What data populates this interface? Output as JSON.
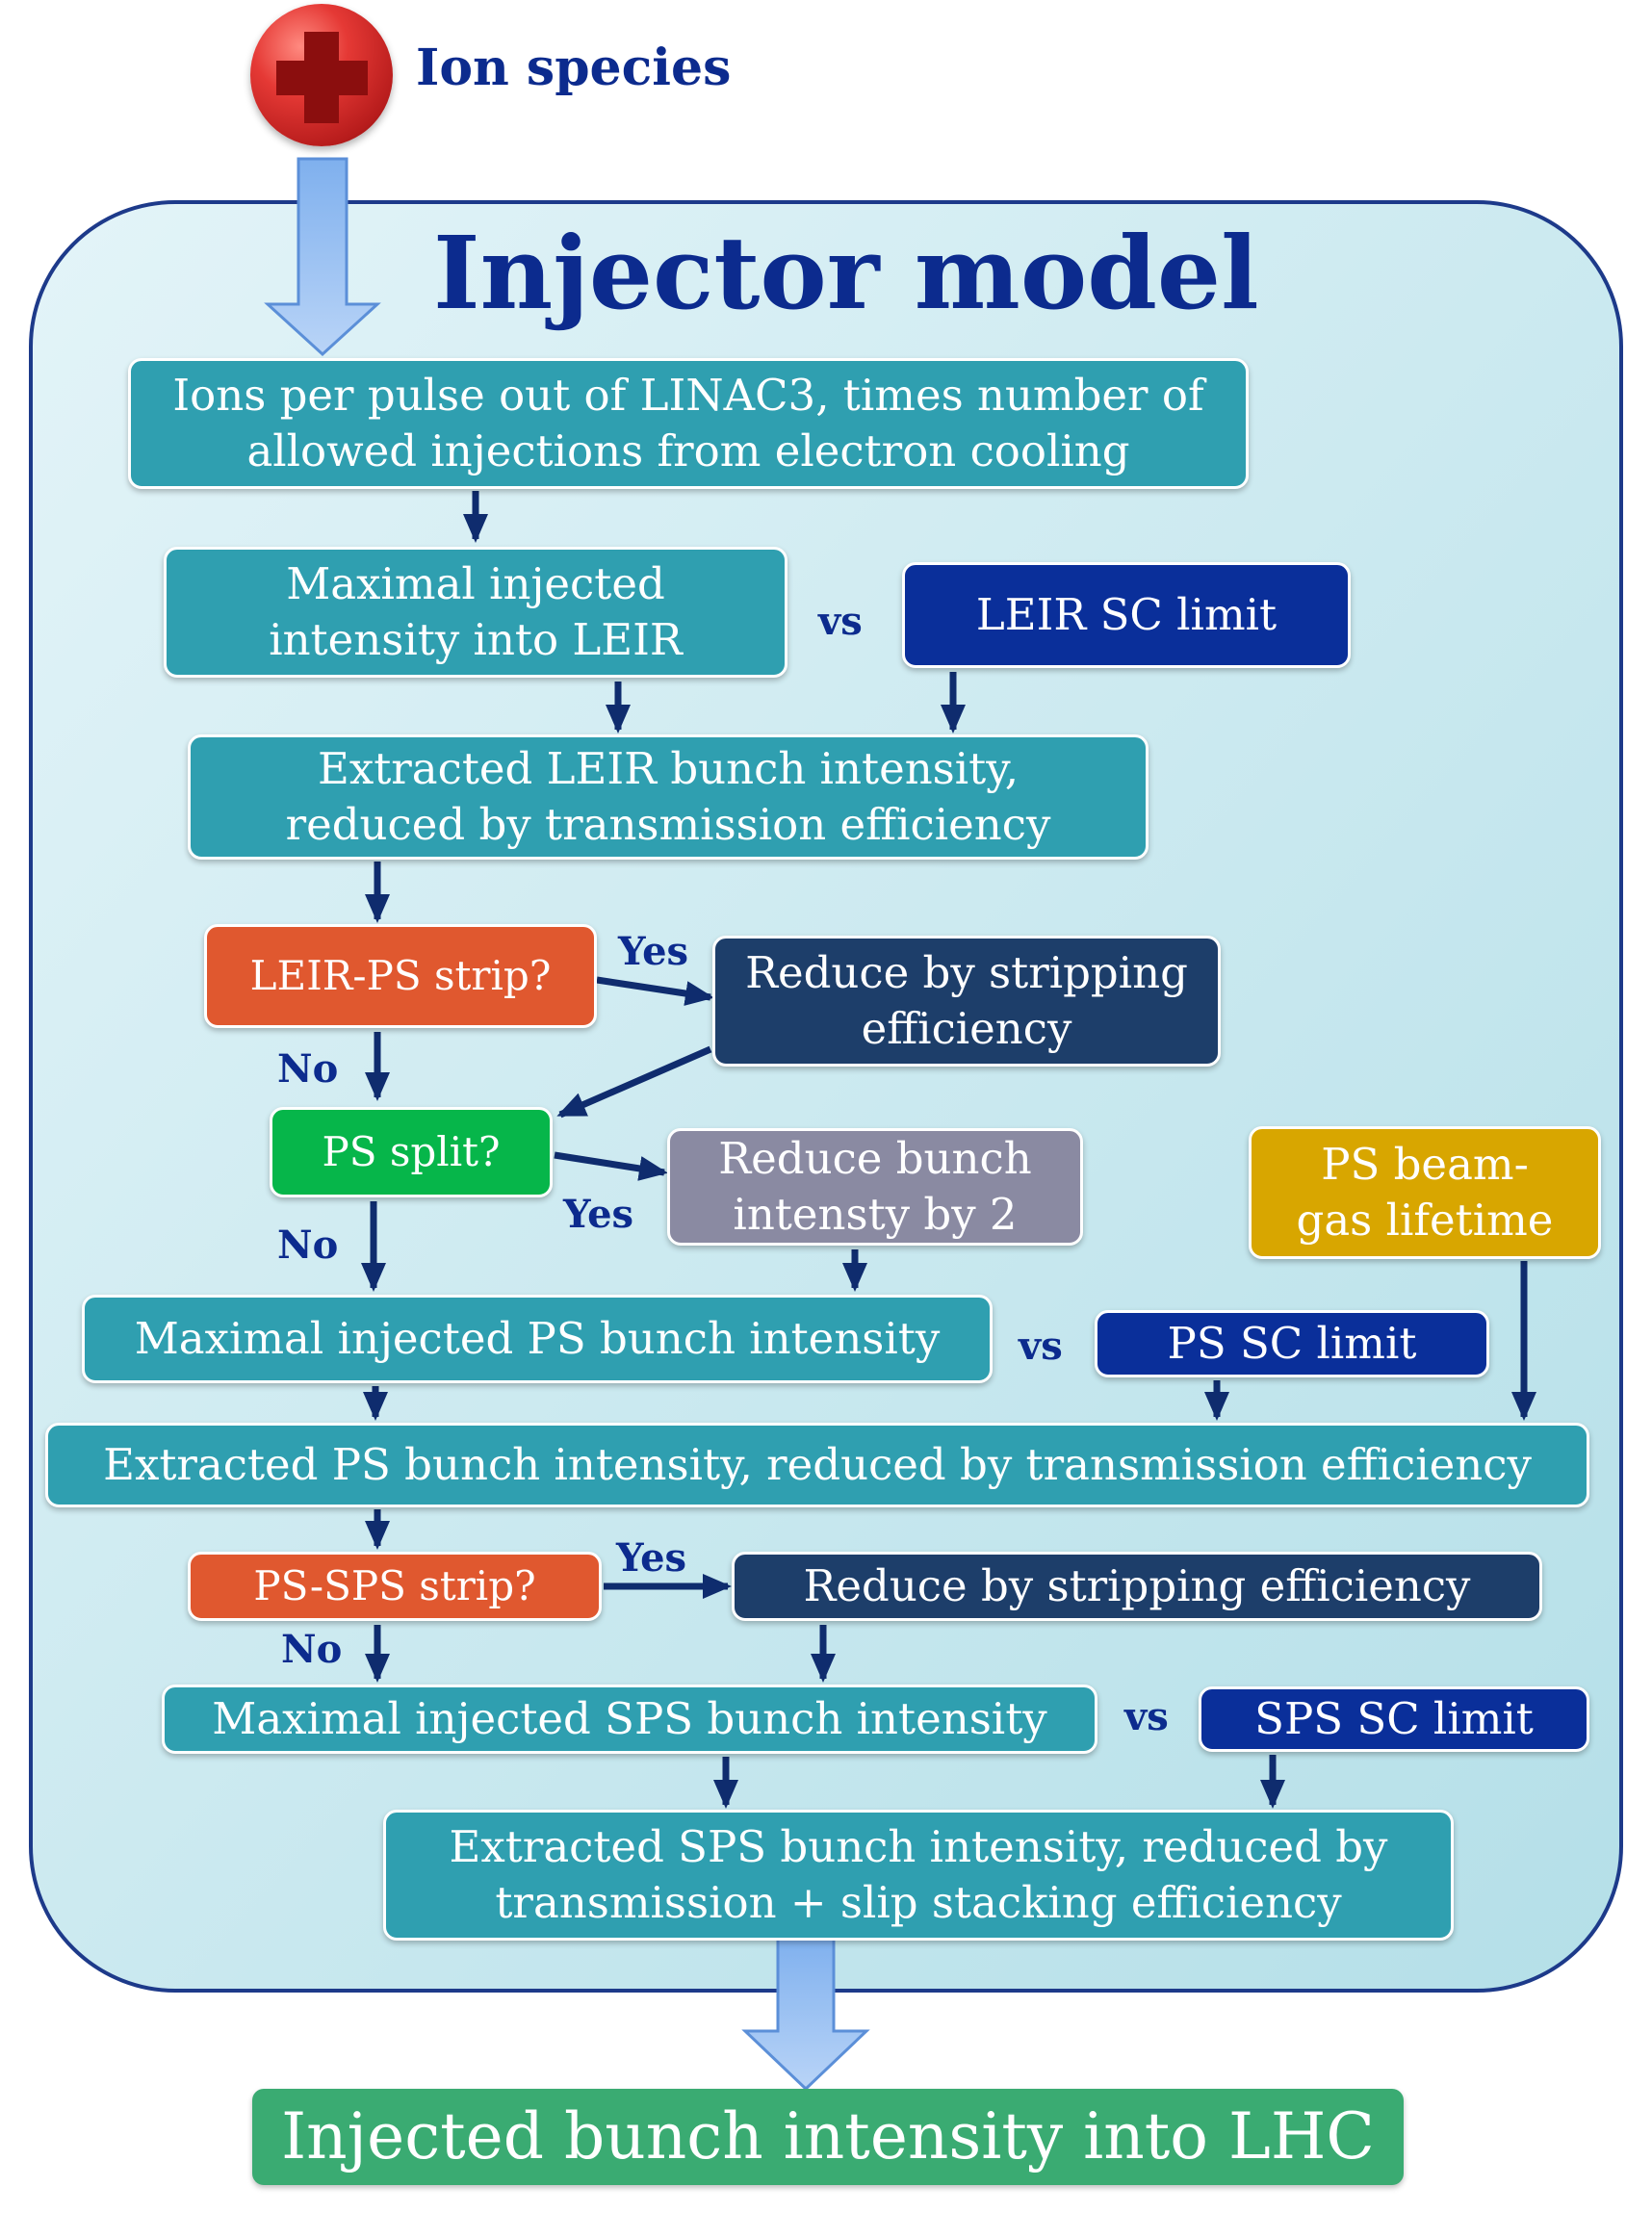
{
  "ion_label": "Ion species",
  "title": "Injector model",
  "nodes": {
    "linac": "Ions per pulse out of LINAC3, times number of allowed injections from electron cooling",
    "leir_inj": "Maximal injected intensity into LEIR",
    "leir_sc": "LEIR SC limit",
    "leir_ext": "Extracted LEIR bunch intensity, reduced by transmission efficiency",
    "leir_ps_strip": "LEIR-PS strip?",
    "reduce_strip1": "Reduce by stripping efficiency",
    "ps_split": "PS split?",
    "reduce_bunch": "Reduce bunch intensty by 2",
    "ps_gas": "PS beam-gas lifetime",
    "ps_inj": "Maximal injected PS bunch intensity",
    "ps_sc": "PS SC limit",
    "ps_ext": "Extracted PS bunch intensity, reduced by transmission efficiency",
    "ps_sps_strip": "PS-SPS strip?",
    "reduce_strip2": "Reduce by stripping efficiency",
    "sps_inj": "Maximal injected SPS bunch intensity",
    "sps_sc": "SPS SC limit",
    "sps_ext": "Extracted SPS bunch intensity, reduced by transmission + slip stacking efficiency",
    "final": "Injected bunch intensity into LHC"
  },
  "labels": {
    "vs1": "vs",
    "vs2": "vs",
    "vs3": "vs",
    "yes1": "Yes",
    "no1": "No",
    "yes2": "Yes",
    "no2": "No",
    "yes3": "Yes",
    "no3": "No"
  },
  "colors": {
    "teal": "#2f9fb0",
    "navy": "#0a2f9a",
    "dark_blue": "#1d3e6a",
    "orange": "#e0582f",
    "green": "#06b64a",
    "grey": "#8a8aa2",
    "gold": "#d8a600",
    "final_green": "#3aab72",
    "title_blue": "#0c2b8e",
    "panel": "#d6eef4"
  }
}
